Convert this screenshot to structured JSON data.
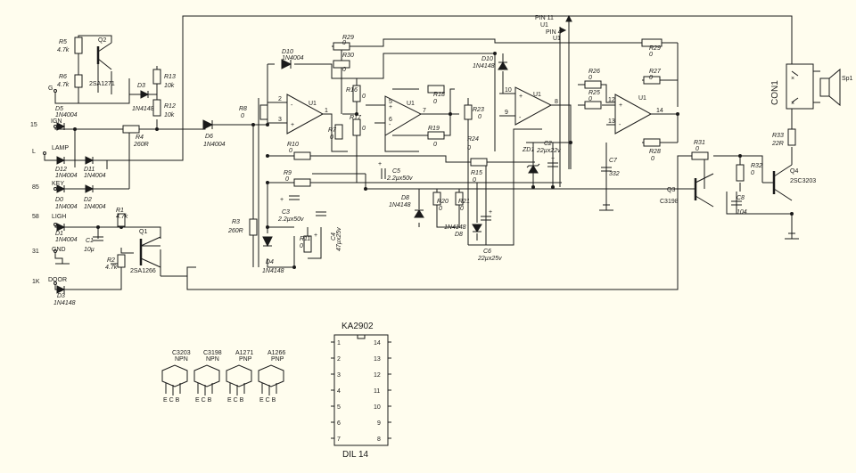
{
  "colors": {
    "background": "#fffdee",
    "ink": "#1a1a1a"
  },
  "connector_inputs": [
    {
      "pin": "",
      "name": "G"
    },
    {
      "pin": "15",
      "name": "IGN"
    },
    {
      "pin": "L",
      "name": "LAMP"
    },
    {
      "pin": "85",
      "name": "KEY"
    },
    {
      "pin": "58",
      "name": "LIGH"
    },
    {
      "pin": "31",
      "name": "GND"
    },
    {
      "pin": "1K",
      "name": "DOOR"
    }
  ],
  "resistors": [
    {
      "ref": "R5",
      "value": "4.7k"
    },
    {
      "ref": "R6",
      "value": "4.7k"
    },
    {
      "ref": "R13",
      "value": "10k"
    },
    {
      "ref": "R12",
      "value": "10k"
    },
    {
      "ref": "R4",
      "value": "260R"
    },
    {
      "ref": "R8",
      "value": "0"
    },
    {
      "ref": "R29",
      "value": "0"
    },
    {
      "ref": "R30",
      "value": "0"
    },
    {
      "ref": "R16",
      "value": "0"
    },
    {
      "ref": "R17",
      "value": "0"
    },
    {
      "ref": "R18",
      "value": "0"
    },
    {
      "ref": "R19",
      "value": "0"
    },
    {
      "ref": "R7",
      "value": "0"
    },
    {
      "ref": "R10",
      "value": "0"
    },
    {
      "ref": "R9",
      "value": "0"
    },
    {
      "ref": "R23",
      "value": "0"
    },
    {
      "ref": "R24",
      "value": "0"
    },
    {
      "ref": "R15",
      "value": "0"
    },
    {
      "ref": "R20",
      "value": "0"
    },
    {
      "ref": "R21",
      "value": "0"
    },
    {
      "ref": "R26",
      "value": "0"
    },
    {
      "ref": "R25",
      "value": "0"
    },
    {
      "ref": "R27",
      "value": "0"
    },
    {
      "ref": "R28",
      "value": "0"
    },
    {
      "ref": "R29",
      "value": "0"
    },
    {
      "ref": "R31",
      "value": "0"
    },
    {
      "ref": "R32",
      "value": "0"
    },
    {
      "ref": "R33",
      "value": "22R"
    },
    {
      "ref": "R1",
      "value": "4.7k"
    },
    {
      "ref": "R2",
      "value": "4.7k"
    },
    {
      "ref": "R3",
      "value": "260R"
    },
    {
      "ref": "R11",
      "value": "0"
    }
  ],
  "diodes": [
    {
      "ref": "D3",
      "value": "1N4148"
    },
    {
      "ref": "D5",
      "value": "1N4004"
    },
    {
      "ref": "D6",
      "value": "1N4004"
    },
    {
      "ref": "D10",
      "value": "1N4004"
    },
    {
      "ref": "D12",
      "value": "1N4004"
    },
    {
      "ref": "D11",
      "value": "1N4004"
    },
    {
      "ref": "D0",
      "value": "1N4004"
    },
    {
      "ref": "D2",
      "value": "1N4004"
    },
    {
      "ref": "D1",
      "value": "1N4004"
    },
    {
      "ref": "D3",
      "value": "1N4148"
    },
    {
      "ref": "D4",
      "value": "1N4148"
    },
    {
      "ref": "D8",
      "value": "1N4148"
    },
    {
      "ref": "D8",
      "value": "1N4148"
    },
    {
      "ref": "D10",
      "value": "1N4148"
    },
    {
      "ref": "ZD1",
      "value": ""
    }
  ],
  "capacitors": [
    {
      "ref": "C5",
      "value": "2.2µx50v"
    },
    {
      "ref": "C3",
      "value": "2.2µx50v"
    },
    {
      "ref": "C4",
      "value": "47µx25v"
    },
    {
      "ref": "C6",
      "value": "22µx25v"
    },
    {
      "ref": "C2",
      "value": "22µx22v"
    },
    {
      "ref": "C7",
      "value": "332"
    },
    {
      "ref": "C8",
      "value": "104"
    },
    {
      "ref": "C1",
      "value": "10µ"
    }
  ],
  "transistors": [
    {
      "ref": "Q2",
      "value": "2SA1271"
    },
    {
      "ref": "Q1",
      "value": "2SA1266"
    },
    {
      "ref": "Q3",
      "value": "C3198"
    },
    {
      "ref": "Q4",
      "value": "2SC3203"
    }
  ],
  "opamp_label": "U1",
  "pin_notes": {
    "pin11": "PIN 11",
    "pin4": "PIN 4",
    "u1a": "U1",
    "u1b": "U1"
  },
  "pin_numbers": [
    "2",
    "3",
    "1",
    "5",
    "6",
    "7",
    "10",
    "9",
    "8",
    "12",
    "13",
    "14"
  ],
  "connector": {
    "name": "CON1",
    "speaker": "Sp1"
  },
  "package_legend": [
    {
      "part": "C3203",
      "type": "NPN",
      "pins": "E C B"
    },
    {
      "part": "C3198",
      "type": "NPN",
      "pins": "E C B"
    },
    {
      "part": "A1271",
      "type": "PNP",
      "pins": "E C B"
    },
    {
      "part": "A1266",
      "type": "PNP",
      "pins": "E C B"
    }
  ],
  "ic": {
    "name": "KA2902",
    "package": "DIL 14",
    "left_pins": [
      "1",
      "2",
      "3",
      "4",
      "5",
      "6",
      "7"
    ],
    "right_pins": [
      "14",
      "13",
      "12",
      "11",
      "10",
      "9",
      "8"
    ]
  }
}
